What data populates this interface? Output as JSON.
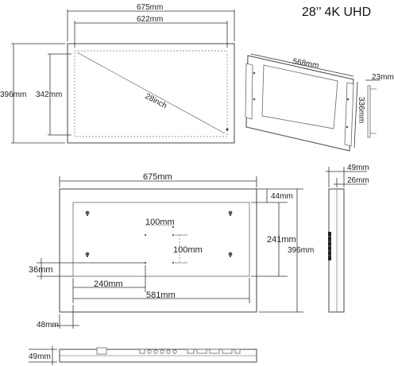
{
  "title": "28’’ 4K UHD",
  "front_view": {
    "width_outer": "675mm",
    "width_screen": "622mm",
    "height_outer": "396mm",
    "height_screen": "342mm",
    "diagonal": "28inch"
  },
  "bracket_view": {
    "width": "568mm",
    "height": "336mm",
    "depth": "23mm"
  },
  "rear_view": {
    "width_outer": "675mm",
    "vesa_h": "100mm",
    "vesa_v": "100mm",
    "top_margin": "44mm",
    "panel_height": "241mm",
    "height_outer": "396mm",
    "bottom_offset": "36mm",
    "hole_offset": "240mm",
    "panel_width": "581mm",
    "side_margin": "48mm"
  },
  "side_view": {
    "depth_total": "49mm",
    "depth_body": "26mm"
  },
  "bottom_view": {
    "depth": "49mm"
  }
}
